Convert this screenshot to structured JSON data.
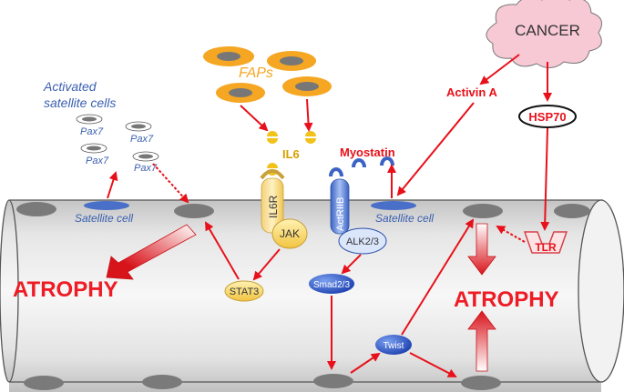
{
  "labels": {
    "cancer": "CANCER",
    "activin_a": "Activin A",
    "hsp70": "HSP70",
    "tlr": "TLR",
    "faps": "FAPs",
    "il6": "IL6",
    "il6r": "IL6R",
    "jak": "JAK",
    "stat3": "STAT3",
    "myostatin": "Myostatin",
    "actriib": "ActRIIB",
    "alk23": "ALK2/3",
    "smad23": "Smad2/3",
    "twist": "Twist",
    "satellite_cell_left": "Satellite cell",
    "satellite_cell_right": "Satellite cell",
    "activated_line1": "Activated",
    "activated_line2": "satellite cells",
    "pax7_1": "Pax7",
    "pax7_2": "Pax7",
    "pax7_3": "Pax7",
    "pax7_4": "Pax7",
    "atrophy_left": "ATROPHY",
    "atrophy_right": "ATROPHY"
  },
  "colors": {
    "arrow_red": "#e8101a",
    "atrophy_red": "#ee1c25",
    "label_blue": "#3a5fb0",
    "fap_orange": "#f5a623",
    "cancer_pink": "#f7c9d4",
    "il6_yellow": "#f2c21a",
    "muscle_gray": "#d2d2d2",
    "nucleus_gray": "#7a7a7a"
  }
}
